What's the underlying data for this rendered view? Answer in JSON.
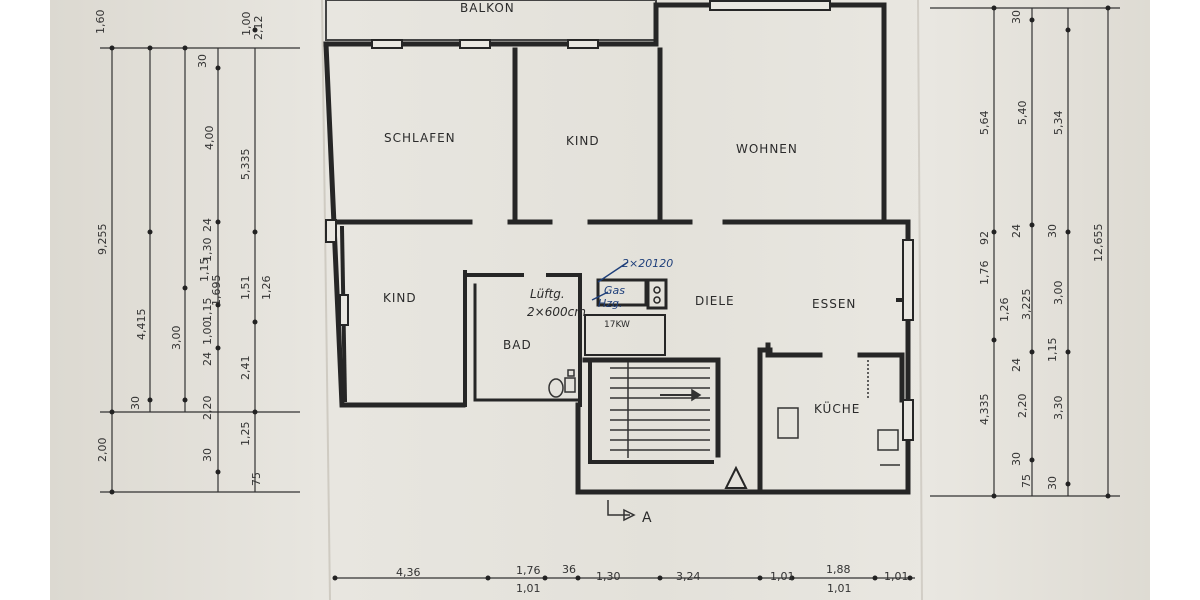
{
  "rooms": {
    "balkon": "BALKON",
    "schlafen": "SCHLAFEN",
    "kind_top": "KIND",
    "wohnen": "WOHNEN",
    "kind_left": "KIND",
    "bad": "BAD",
    "diele": "DIELE",
    "essen": "ESSEN",
    "kueche": "KÜCHE"
  },
  "notes": {
    "lueftg": "Lüftg.",
    "lueftg_size": "2×600cm",
    "gas": "Gas",
    "hzg": "Hzg.",
    "heater_size": "2×20120",
    "heater_power": "17KW",
    "section": "A"
  },
  "dimensions": {
    "left": [
      "1,60",
      "9,255",
      "4,415",
      "3,00",
      "30",
      "2,00",
      "30",
      "4,00",
      "24",
      "1,30",
      "1,15",
      "1,695",
      "1,15",
      "1,00",
      "24",
      "2,20",
      "30",
      "75",
      "2,12",
      "1,00",
      "5,335",
      "1,51",
      "1,26",
      "2,41",
      "1,25"
    ],
    "right": [
      "30",
      "5,64",
      "5,40",
      "5,34",
      "92",
      "24",
      "30",
      "1,76",
      "1,26",
      "3,225",
      "3,00",
      "24",
      "1,15",
      "4,335",
      "2,20",
      "3,30",
      "30",
      "75",
      "30",
      "12,655"
    ],
    "bottom": [
      "4,36",
      "1,76",
      "36",
      "1,30",
      "3,24",
      "1,01",
      "1,88",
      "1,01",
      "1,01",
      "1,01"
    ]
  },
  "colors": {
    "background": "#ffffff",
    "paper": "#e6e3dc",
    "wall": "#262626",
    "handwriting": "#1e3f7a"
  }
}
